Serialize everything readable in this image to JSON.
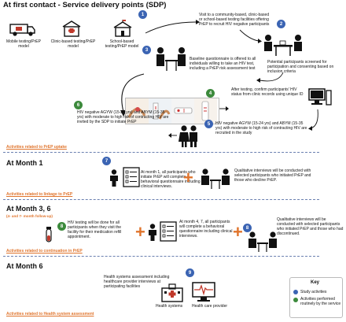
{
  "colors": {
    "study": "#3b64b3",
    "routine": "#3c8a3c",
    "activity": "#e0742c",
    "divider": "#6a7fb0"
  },
  "header": {
    "title": "At first contact - Service delivery points (SDP)"
  },
  "models": {
    "mobile": "Mobile testing/PrEP model",
    "clinic": "Clinic-based testing/PrEP model",
    "school": "School-based testing/PrEP model"
  },
  "steps": {
    "s1": "1",
    "s2": "2",
    "s3": "3",
    "s4": "4",
    "s5": "5",
    "s6": "6",
    "s7": "7",
    "s8": "8",
    "s9": "9"
  },
  "first_contact": {
    "visit_text": "Visit to a community-based, clinic-based or school-based testing facilities offering PrEP to recruit HIV negative participants",
    "screen_text": "Potential participants screened for participation and consenting based on inclusion criteria",
    "baseline_text": "Baseline questionnaire is offered to all individuals willing to take an HIV test, including a PrEP risk assessment test",
    "confirm_text": "After testing, confirm participants' HIV status from clinic records using unique ID",
    "invited_text": "HIV negative AGYW (15-24 yrs) and ABYM (15-35 yrs) with moderate to high risk of contracting HIV are invited by the SDP to initiate PrEP",
    "recruited_text": "HIV negative AGYW (15-24 yrs) and ABYM (15-35 yrs) with moderate to high risk of contracting HIV are recruited in the study",
    "activity": "Activities related to PrEP uptake"
  },
  "month1": {
    "heading": "At Month 1",
    "text": "At month 1, all participants who initiate PrEP will complete a behavioral questionnaire including clinical interviews.",
    "qual_text": "Qualitative interviews will be conducted with selected participants who initiated PrEP and those who decline PrEP.",
    "activity": "Activities related to linkage to PrEP"
  },
  "month36": {
    "heading": "At Month 3, 6",
    "sub": "(4- and 7- month follow-up)",
    "hiv_text": "HIV testing will be done for all participants when they visit the facility for their medication refill appointment.",
    "month47_text": "At month 4, 7, all participants will complete a behavioral questionnaire including clinical interviews.",
    "qual_text": "Qualitative interviews will be conducted with selected participants who initiated PrEP and those who had discontinued.",
    "activity": "Activities related to continuation in PrEP"
  },
  "month6": {
    "heading": "At Month 6",
    "text": "Health systems assessment including healthcare provider interviews at participating facilities",
    "label_systems": "Health systems",
    "label_provider": "Health care provider",
    "activity": "Activities related to Health system assessment"
  },
  "key": {
    "title": "Key",
    "study": "Study activities",
    "routine": "Activities performed routinely by the service"
  }
}
